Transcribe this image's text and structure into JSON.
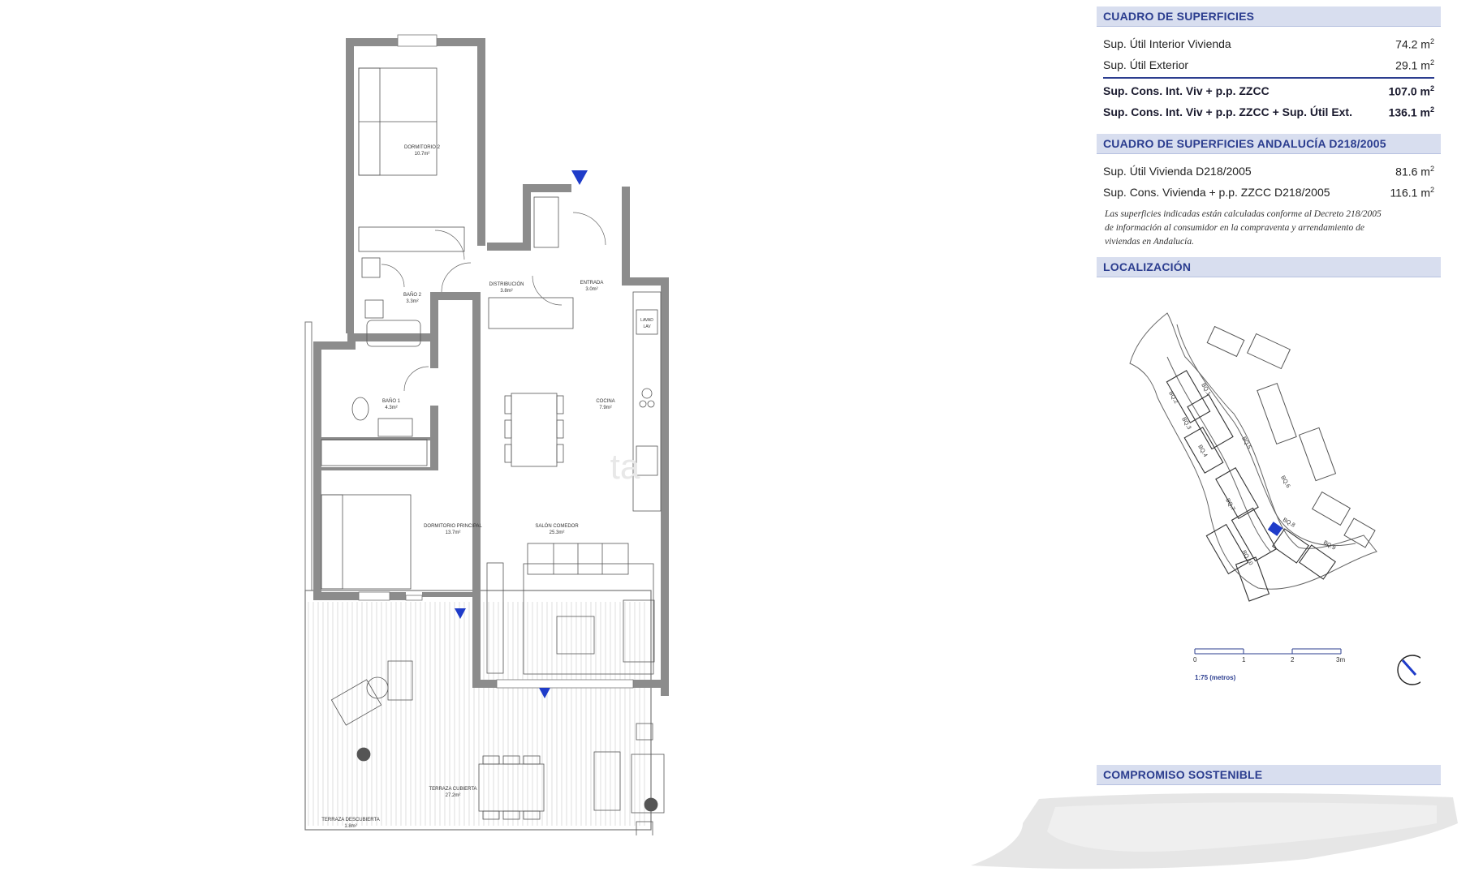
{
  "plan": {
    "rooms": [
      {
        "id": "dormitorio-2",
        "name": "DORMITORIO 2",
        "area": "10.7m²"
      },
      {
        "id": "distribucion",
        "name": "DISTRIBUCIÓN",
        "area": "3.8m²"
      },
      {
        "id": "entrada",
        "name": "ENTRADA",
        "area": "3.0m²"
      },
      {
        "id": "bano-2",
        "name": "BAÑO 2",
        "area": "3.3m²"
      },
      {
        "id": "bano-1",
        "name": "BAÑO 1",
        "area": "4.3m²"
      },
      {
        "id": "cocina",
        "name": "COCINA",
        "area": "7.9m²"
      },
      {
        "id": "dormitorio-principal",
        "name": "DORMITORIO PRINCIPAL",
        "area": "13.7m²"
      },
      {
        "id": "salon-comedor",
        "name": "SALÓN COMEDOR",
        "area": "25.3m²"
      },
      {
        "id": "terraza-cubierta",
        "name": "TERRAZA CUBIERTA",
        "area": "27.2m²"
      },
      {
        "id": "terraza-descubierta",
        "name": "TERRAZA DESCUBIERTA",
        "area": "1.8m²"
      }
    ],
    "lavadora_label_1": "LAVAD",
    "lavadora_label_2": "LAV",
    "watermark": "ta"
  },
  "superficies": {
    "heading": "CUADRO DE SUPERFICIES",
    "rows": [
      {
        "label": "Sup. Útil Interior Vivienda",
        "value": "74.2 m",
        "unit_sup": "2"
      },
      {
        "label": "Sup. Útil Exterior",
        "value": "29.1 m",
        "unit_sup": "2"
      }
    ],
    "total_rows": [
      {
        "label": "Sup. Cons. Int. Viv + p.p. ZZCC",
        "value": "107.0 m",
        "unit_sup": "2"
      },
      {
        "label": "Sup. Cons. Int. Viv + p.p. ZZCC + Sup. Útil Ext.",
        "value": "136.1 m",
        "unit_sup": "2"
      }
    ]
  },
  "andalucia": {
    "heading": "CUADRO DE SUPERFICIES ANDALUCÍA D218/2005",
    "rows": [
      {
        "label": "Sup. Útil Vivienda D218/2005",
        "value": "81.6 m",
        "unit_sup": "2"
      },
      {
        "label": "Sup. Cons. Vivienda + p.p. ZZCC D218/2005",
        "value": "116.1 m",
        "unit_sup": "2"
      }
    ],
    "note_line_1": "Las superficies indicadas están calculadas conforme al Decreto 218/2005",
    "note_line_2": "de información al consumidor en la compraventa y arrendamiento de",
    "note_line_3": "viviendas en Andalucía."
  },
  "localizacion": {
    "heading": "LOCALIZACIÓN",
    "blocks": [
      "BQ.1",
      "BQ.2",
      "BQ.3",
      "BQ.4",
      "BQ.5",
      "BQ.6",
      "BQ.7",
      "BQ.8",
      "BQ.9",
      "BQ.10"
    ],
    "scale_ticks": [
      "0",
      "1",
      "2",
      "3m"
    ],
    "scale_label": "1:75 (metros)",
    "highlight_color": "#1f3cc9"
  },
  "compromiso": {
    "heading": "COMPROMISO SOSTENIBLE"
  },
  "colors": {
    "accent": "#2b3d8f",
    "wall": "#8c8c8c",
    "header_bg": "#d8deef",
    "marker": "#1f3cc9"
  }
}
